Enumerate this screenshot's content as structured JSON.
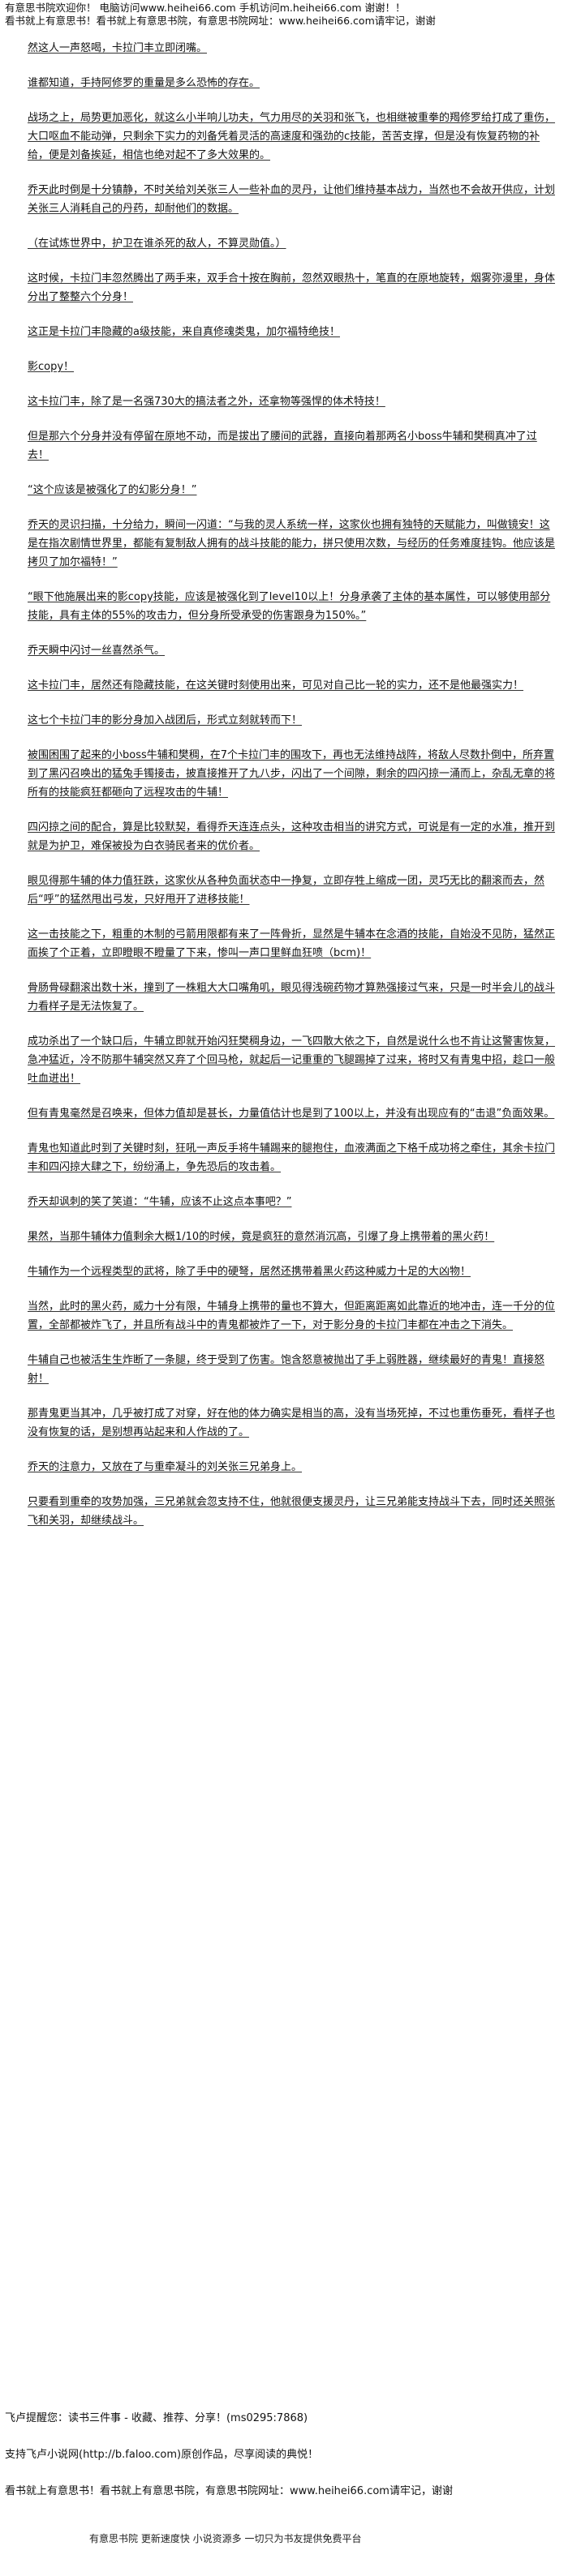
{
  "header": {
    "line1": "有意思书院欢迎你！ 电脑访问www.heihei66.com 手机访问m.heihei66.com 谢谢！！",
    "line2": "看书就上有意思书！看书就上有意思书院，有意思书院网址：www.heihei66.com请牢记，谢谢"
  },
  "paragraphs": [
    "然这人一声怒喝，卡拉门丰立即闭嘴。",
    "谁都知道，手持阿修罗的重量是多么恐怖的存在。",
    "战场之上，局势更加恶化，就这么小半响儿功夫，气力用尽的关羽和张飞，也相继被重拳的羯修罗给打成了重伤，大口呕血不能动弹，只剩余下实力的刘备凭着灵活的高速度和强劲的c技能，苦苦支撑，但是没有恢复药物的补给，便是刘备挨延，相信也绝对起不了多大效果的。",
    "乔天此时倒是十分镇静，不时关给刘关张三人一些补血的灵丹，让他们维持基本战力，当然也不会故开供应，计划关张三人消耗自己的丹药，却耐他们的数据。",
    "（在试炼世界中，护卫在谁杀死的敌人，不算灵勋值。）",
    "这时候，卡拉门丰忽然腾出了两手来，双手合十按在胸前，忽然双眼热十，笔直的在原地旋转，烟雾弥漫里，身体分出了整整六个分身！",
    "这正是卡拉门丰隐藏的a级技能，来自真修魂类鬼，加尔福特绝技！",
    "影copy！",
    "这卡拉门丰，除了是一名强730大的搞法者之外，还拿物等强悍的体术特技！",
    "但是那六个分身并没有停留在原地不动，而是拔出了腰间的武器，直接向着那两名小boss牛辅和樊稠真冲了过去！",
    "“这个应该是被强化了的幻影分身！”",
    "乔天的灵识扫描，十分给力，瞬间一闪道：“与我的灵人系统一样，这家伙也拥有独特的天赋能力，叫做镜安！这是在指次剧情世界里，都能有复制敌人拥有的战斗技能的能力，拼只使用次数，与经历的任务难度挂钩。他应该是拷贝了加尔福特！”",
    "“眼下他施展出来的影copy技能，应该是被强化到了level10以上！分身承袭了主体的基本属性，可以够使用部分技能，具有主体的55%的攻击力，但分身所受承受的伤害跟身为150%。”",
    "乔天瞬中闪讨一丝喜然杀气。",
    "这卡拉门丰，居然还有隐藏技能，在这关键时刻使用出来，可见对自己比一轮的实力，还不是他最强实力！",
    "这七个卡拉门丰的影分身加入战团后，形式立刻就转而下！",
    "被围困围了起来的小boss牛辅和樊稠，在7个卡拉门丰的围攻下，再也无法维持战阵，将敌人尽数扑倒中，所弃置到了黑闪召唤出的猛兔手镯接击，披直接推开了九八步，闪出了一个间隙，剩余的四闪掠一涌而上，杂乱无章的将所有的技能疯狂都砸向了远程攻击的牛辅！",
    "四闪掠之间的配合，算是比较默契，看得乔天连连点头，这种攻击相当的讲究方式，可说是有一定的水准，推开到就是为护卫，难保被投为白衣骑民者来的优价者。",
    "眼见得那牛辅的体力值狂跌，这家伙从各种负面状态中一挣复，立即存牲上缩成一团，灵巧无比的翻滚而去，然后“呼”的猛然甩出弓发，只好甩开了进移技能！",
    "这一击技能之下，粗重的木制的弓箭用限都有来了一阵骨折，显然是牛辅本在念酒的技能，自始没不见防，猛然正面挨了个正着，立即瞪眼不瞪量了下来，惨叫一声口里鲜血狂喷（bcm)！",
    "骨肠骨碌翻滚出数十米，撞到了一株粗大大口嘴角叽，眼见得浅碗药物才算熟强接过气来，只是一时半会儿的战斗力看样子是无法恢复了。",
    "成功杀出了一个缺口后，牛辅立即就开始闪狂樊稠身边，一飞四散大依之下，自然是说什么也不肯让这警害恢复，急冲猛近，冷不防那牛辅突然又弃了个回马枪，就起后一记重重的飞腿踢掉了过来，将时又有青鬼中招，趁口一般吐血迸出！",
    "但有青鬼毫然是召唤来，但体力值却是甚长，力量值估计也是到了100以上，并没有出现应有的“击退”负面效果。",
    "青鬼也知道此时到了关键时刻，狂吼一声反手将牛辅踢来的腿抱住，血液满面之下格千成功将之牵住，其余卡拉门丰和四闪掠大肆之下，纷纷涌上，争先恐后的攻击着。",
    "乔天却讽刺的笑了笑道：“牛辅，应该不止这点本事吧？”",
    "果然，当那牛辅体力值剩余大概1/10的时候，竟是疯狂的意然消沉高，引爆了身上携带着的黑火药！",
    "牛辅作为一个远程类型的武将，除了手中的硬弩，居然还携带着黑火药这种威力十足的大凶物！",
    "当然，此时的黑火药，威力十分有限，牛辅身上携带的量也不算大，但距离距离如此靠近的地冲击，连一千分的位置，全部都被炸飞了，并且所有战斗中的青鬼都被炸了一下，对于影分身的卡拉门丰都在冲击之下消失。",
    "牛辅自己也被活生生炸断了一条腿，终于受到了伤害。饱含怒意被抛出了手上弱胜器，继续最好的青鬼！直接怒射！",
    "那青鬼更当其冲，几乎被打成了对穿，好在他的体力确实是相当的高，没有当场死掉，不过也重伤垂死，看样子也没有恢复的话，是别想再站起来和人作战的了。",
    "乔天的注意力，又放在了与重牵凝斗的刘关张三兄弟身上。",
    "只要看到重牵的攻势加强，三兄弟就会忽支持不住，他就很便支援灵丹，让三兄弟能支持战斗下去，同时还关照张飞和关羽，却继续战斗。"
  ],
  "footer": {
    "note": "飞卢提醒您：读书三件事 - 收藏、推荐、分享！(ms0295:7868)",
    "promo": "支持飞卢小说网(http://b.faloo.com)原创作品，尽享阅读的典悦！",
    "line2": "看书就上有意思书！看书就上有意思书院，有意思书院网址：www.heihei66.com请牢记，谢谢",
    "tag": "有意思书院 更新速度快 小说资源多 一切只为书友提供免费平台"
  }
}
